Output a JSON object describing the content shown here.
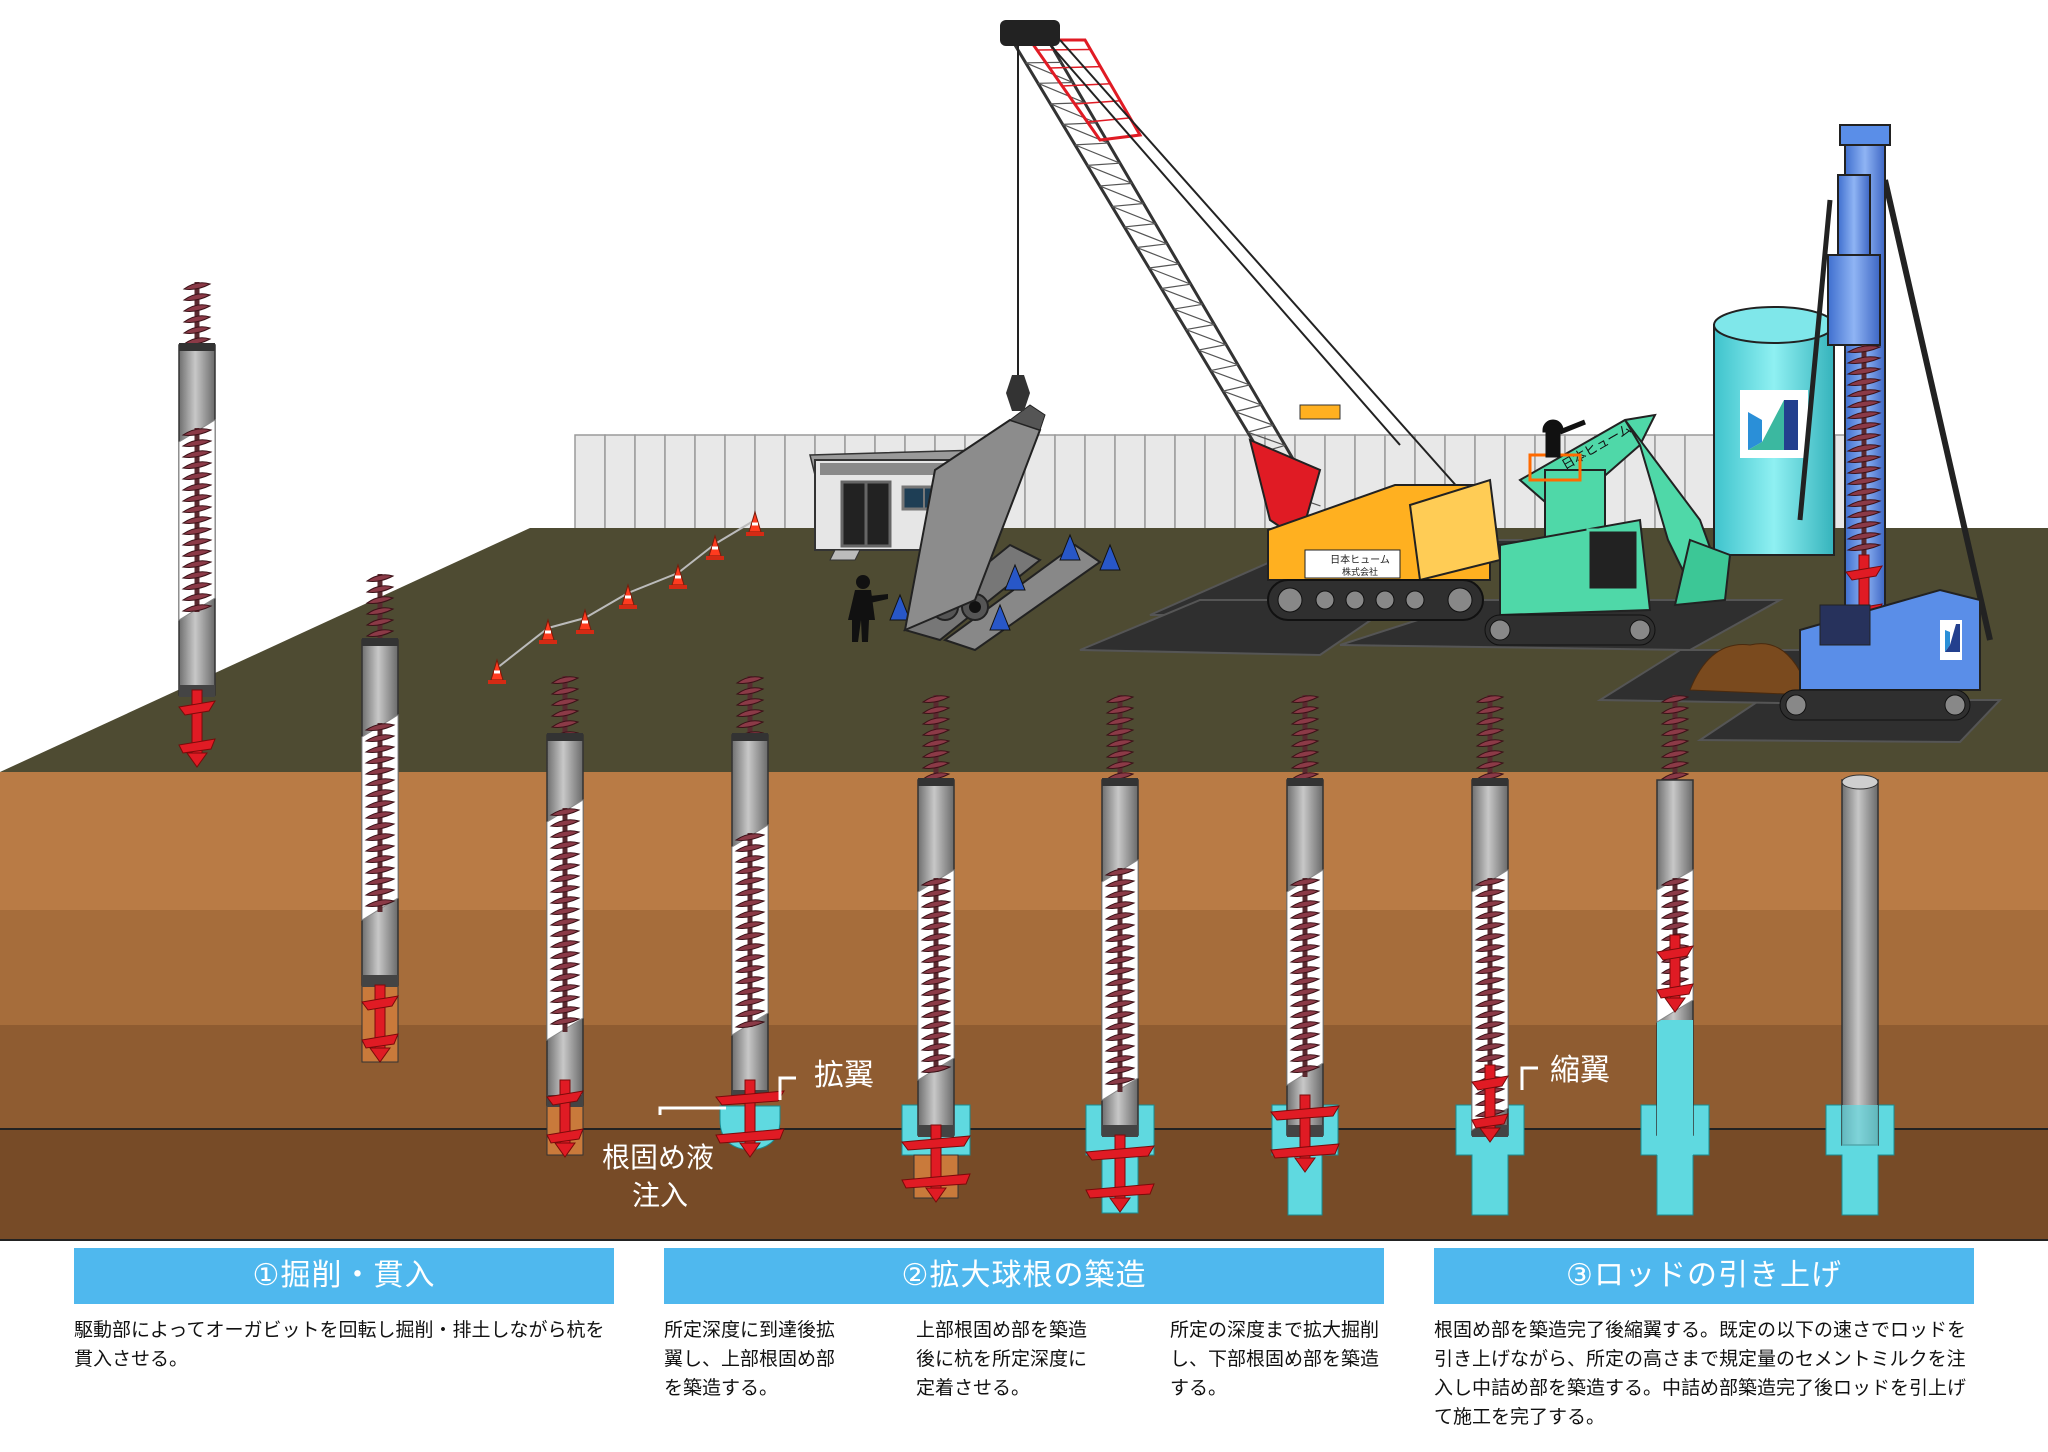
{
  "labels": {
    "expand_wing": "拡翼",
    "shrink_wing": "縮翼",
    "inject_line1": "根固め液",
    "inject_line2": "注入",
    "crane_sign_line1": "日本ヒューム",
    "crane_sign_line2": "株式会社",
    "excavator_sign": "日本ヒューム"
  },
  "steps": [
    {
      "title": "①掘削・貫入",
      "descriptions": [
        "駆動部によってオーガビットを回転し掘削・排土しながら杭を貫入させる。"
      ]
    },
    {
      "title": "②拡大球根の築造",
      "descriptions": [
        "所定深度に到達後拡翼し、上部根固め部を築造する。",
        "上部根固め部を築造後に杭を所定深度に定着させる。",
        "所定の深度まで拡大掘削し、下部根固め部を築造する。"
      ]
    },
    {
      "title": "③ロッドの引き上げ",
      "descriptions": [
        "根固め部を築造完了後縮翼する。既定の以下の速さでロッドを引き上げながら、所定の高さまで規定量のセメントミルクを注入し中詰め部を築造する。中詰め部築造完了後ロッドを引上げて施工を完了する。"
      ]
    }
  ],
  "colors": {
    "ground_surface": "#4e4b32",
    "soil_top": "#b97b45",
    "soil_mid": "#a66d3b",
    "soil_low": "#8f5c31",
    "soil_bottom": "#774b27",
    "pile": "#9a9a9a",
    "auger": "#8b3a47",
    "bit": "#e01b24",
    "cement": "#5fd9e0",
    "band": "#4fb8ee",
    "crane_yellow": "#ffb020",
    "excavator_green": "#4fd8a8",
    "rig_blue": "#5a8ee8"
  },
  "icons": [
    "auger-icon",
    "drill-bit-icon",
    "crane-icon",
    "excavator-icon",
    "pile-driver-rig-icon",
    "cement-tank-icon",
    "site-office-icon",
    "worker-icon",
    "traffic-cone-icon",
    "company-logo-icon"
  ]
}
